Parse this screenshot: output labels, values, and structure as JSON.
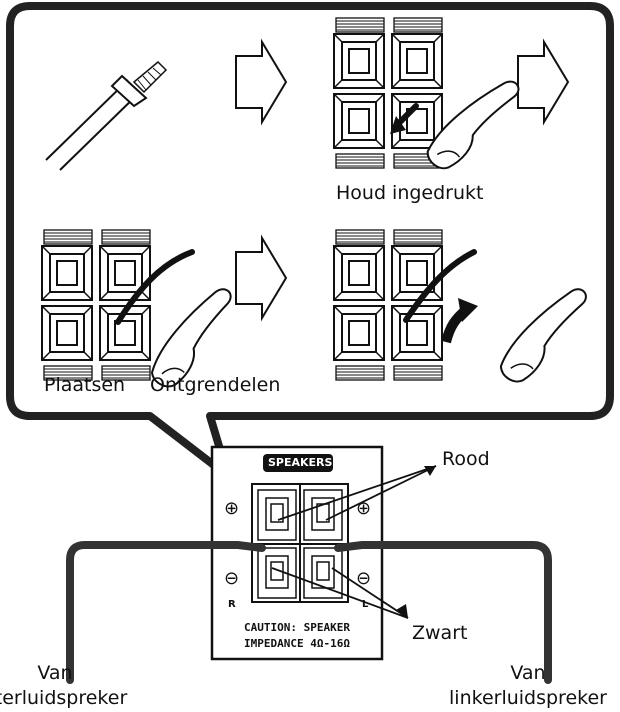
{
  "labels": {
    "press_hold": "Houd ingedrukt",
    "insert": "Plaatsen",
    "release": "Ontgrendelen",
    "red": "Rood",
    "black": "Zwart",
    "from_right_line1": "Van",
    "from_right_line2": "hterluidspreker",
    "from_left_line1": "Van",
    "from_left_line2": "linkerluidspreker"
  },
  "panel": {
    "badge": "SPEAKERS",
    "plus": "⊕",
    "minus": "⊖",
    "ch_right": "R",
    "ch_left": "L",
    "caution_line1": "CAUTION:  SPEAKER",
    "caution_line2": "IMPEDANCE  4Ω-16Ω"
  }
}
